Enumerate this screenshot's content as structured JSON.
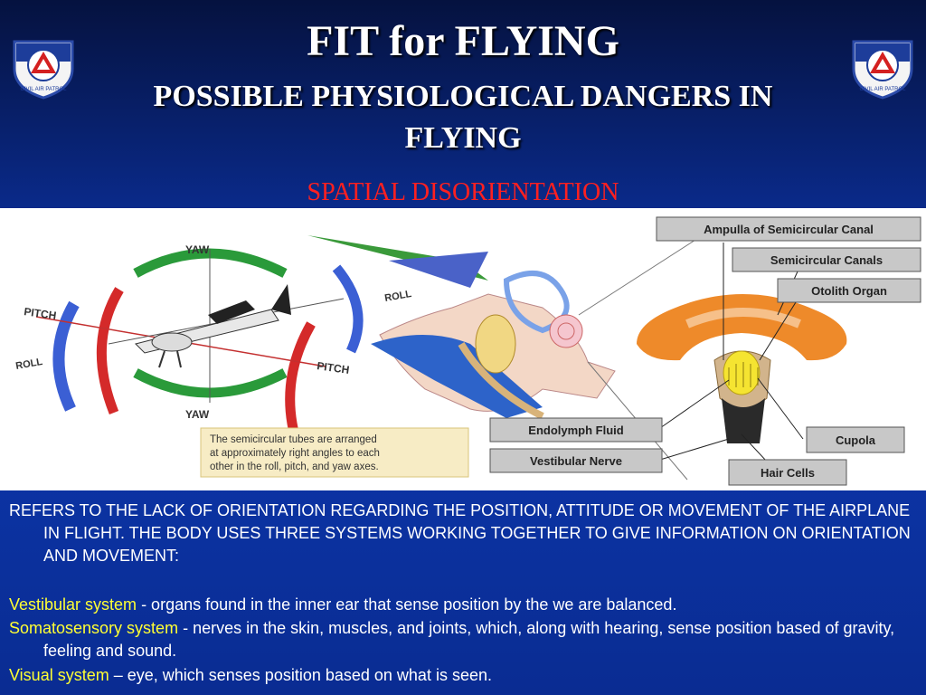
{
  "header": {
    "title": "FIT for FLYING",
    "subtitle": "POSSIBLE PHYSIOLOGICAL DANGERS IN FLYING",
    "logo_text": "CIVIL AIR PATROL"
  },
  "section": {
    "title": "SPATIAL DISORIENTATION"
  },
  "diagram": {
    "axis_labels": {
      "yaw_top": "YAW",
      "yaw_bottom": "YAW",
      "pitch_left": "PITCH",
      "pitch_right": "PITCH",
      "roll_left": "ROLL",
      "roll_right": "ROLL"
    },
    "caption": [
      "The semicircular tubes are arranged",
      "at approximately right angles to each",
      "other in the roll, pitch, and yaw axes."
    ],
    "labels": {
      "ampulla": "Ampulla of Semicircular Canal",
      "canals": "Semicircular Canals",
      "otolith": "Otolith Organ",
      "endolymph": "Endolymph Fluid",
      "vestibular_nerve": "Vestibular Nerve",
      "cupola": "Cupola",
      "hair_cells": "Hair Cells"
    }
  },
  "body": {
    "intro": "REFERS TO THE LACK OF ORIENTATION REGARDING THE POSITION, ATTITUDE OR MOVEMENT OF THE AIRPLANE IN FLIGHT. THE BODY USES THREE SYSTEMS WORKING TOGETHER TO GIVE INFORMATION ON ORIENTATION AND MOVEMENT:",
    "systems": [
      {
        "term": "Vestibular system",
        "desc": " - organs found in the inner ear that sense position by the we are balanced."
      },
      {
        "term": "Somatosensory system",
        "desc": " - nerves in the skin, muscles, and joints, which, along with hearing, sense position based of gravity, feeling and sound."
      },
      {
        "term": "Visual system",
        "desc": " – eye, which senses position based on what is seen."
      }
    ]
  },
  "colors": {
    "title": "#ffffff",
    "section_title": "#ff2020",
    "term": "#ffff33",
    "label_box": "#c8c8c8"
  }
}
